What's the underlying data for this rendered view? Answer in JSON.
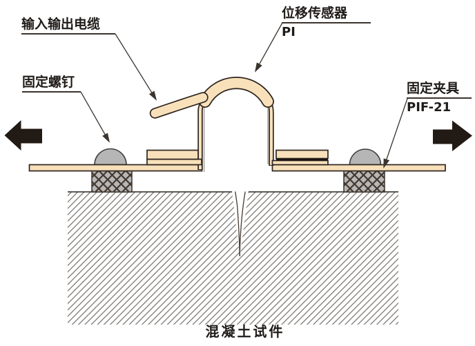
{
  "diagram_type": "sensor-installation-diagram",
  "labels": {
    "io_cable": "输入输出电缆",
    "sensor_name": "位移传感器",
    "sensor_model": "PI",
    "fixing_screw": "固定螺钉",
    "fixing_clamp": "固定夹具",
    "clamp_model": "PIF-21",
    "specimen": "混凝土试件"
  },
  "icons": {
    "force_arrow_left": "left-force-arrow",
    "force_arrow_right": "right-force-arrow",
    "leader_arrowheads": "solid-triangle-arrowheads"
  },
  "colors": {
    "background": "#ffffff",
    "component_cream": "#f8e1ba",
    "outline_dark": "#2e2520",
    "metal_gray": "#b6b6b6",
    "crosshatch_line": "#44372d",
    "concrete_hatch_line": "#57524d",
    "force_arrow_black": "#221a15",
    "leader_line": "#3b342e"
  }
}
